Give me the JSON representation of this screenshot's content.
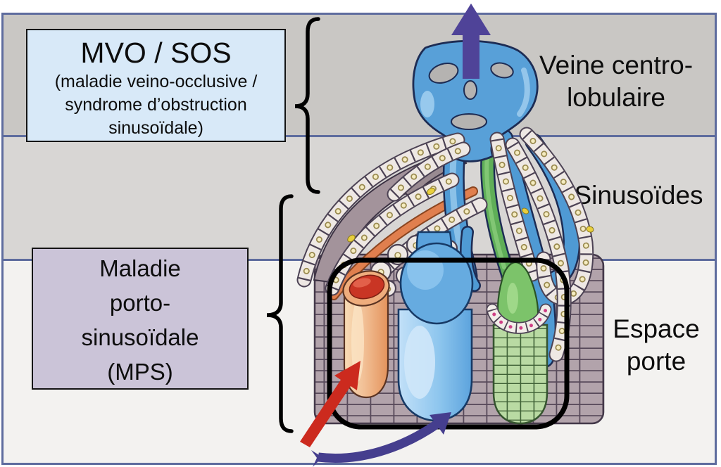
{
  "title_boxes": {
    "mvo_sos": {
      "title": "MVO / SOS",
      "subtitle_lines": [
        "(maladie veino-occlusive /",
        "syndrome d’obstruction",
        "sinusoïdale)"
      ]
    },
    "mps": {
      "lines": [
        "Maladie",
        "porto-",
        "sinusoïdale",
        "(MPS)"
      ]
    }
  },
  "zone_labels": {
    "central_vein": {
      "line1": "Veine centro-",
      "line2": "lobulaire"
    },
    "sinusoids": {
      "line1": "Sinusoïdes"
    },
    "portal_space": {
      "line1": "Espace",
      "line2": "porte"
    }
  },
  "icons": {
    "outflow_arrow": "up-arrow",
    "artery_arrow": "diagonal-up-right-arrow",
    "portal_arrow": "curved-up-right-arrow",
    "mvo_brace": "left-curly-brace",
    "mps_brace": "left-curly-brace"
  },
  "colors": {
    "zone_band_top": "#c9c7c4",
    "zone_band_middle": "#d8d6d4",
    "zone_band_bottom": "#f3f2f0",
    "frame_border": "#5e6c9e",
    "mvo_box_fill": "#d8e9f8",
    "mps_box_fill": "#cbc4d8",
    "outflow_arrow_purple": "#4f4398",
    "artery_arrow_red": "#cc2a1e",
    "portal_arrow_indigo": "#453e8e",
    "central_vein_blue": "#58a0d8",
    "portal_vein_blue": "#7db9e8",
    "hepatic_artery_red": "#c93524",
    "bile_duct_green": "#7cc36a",
    "hepatocyte_fill": "#eee8e4",
    "tissue_mauve": "#b2a3ab",
    "highlight_box_black": "#000000"
  }
}
